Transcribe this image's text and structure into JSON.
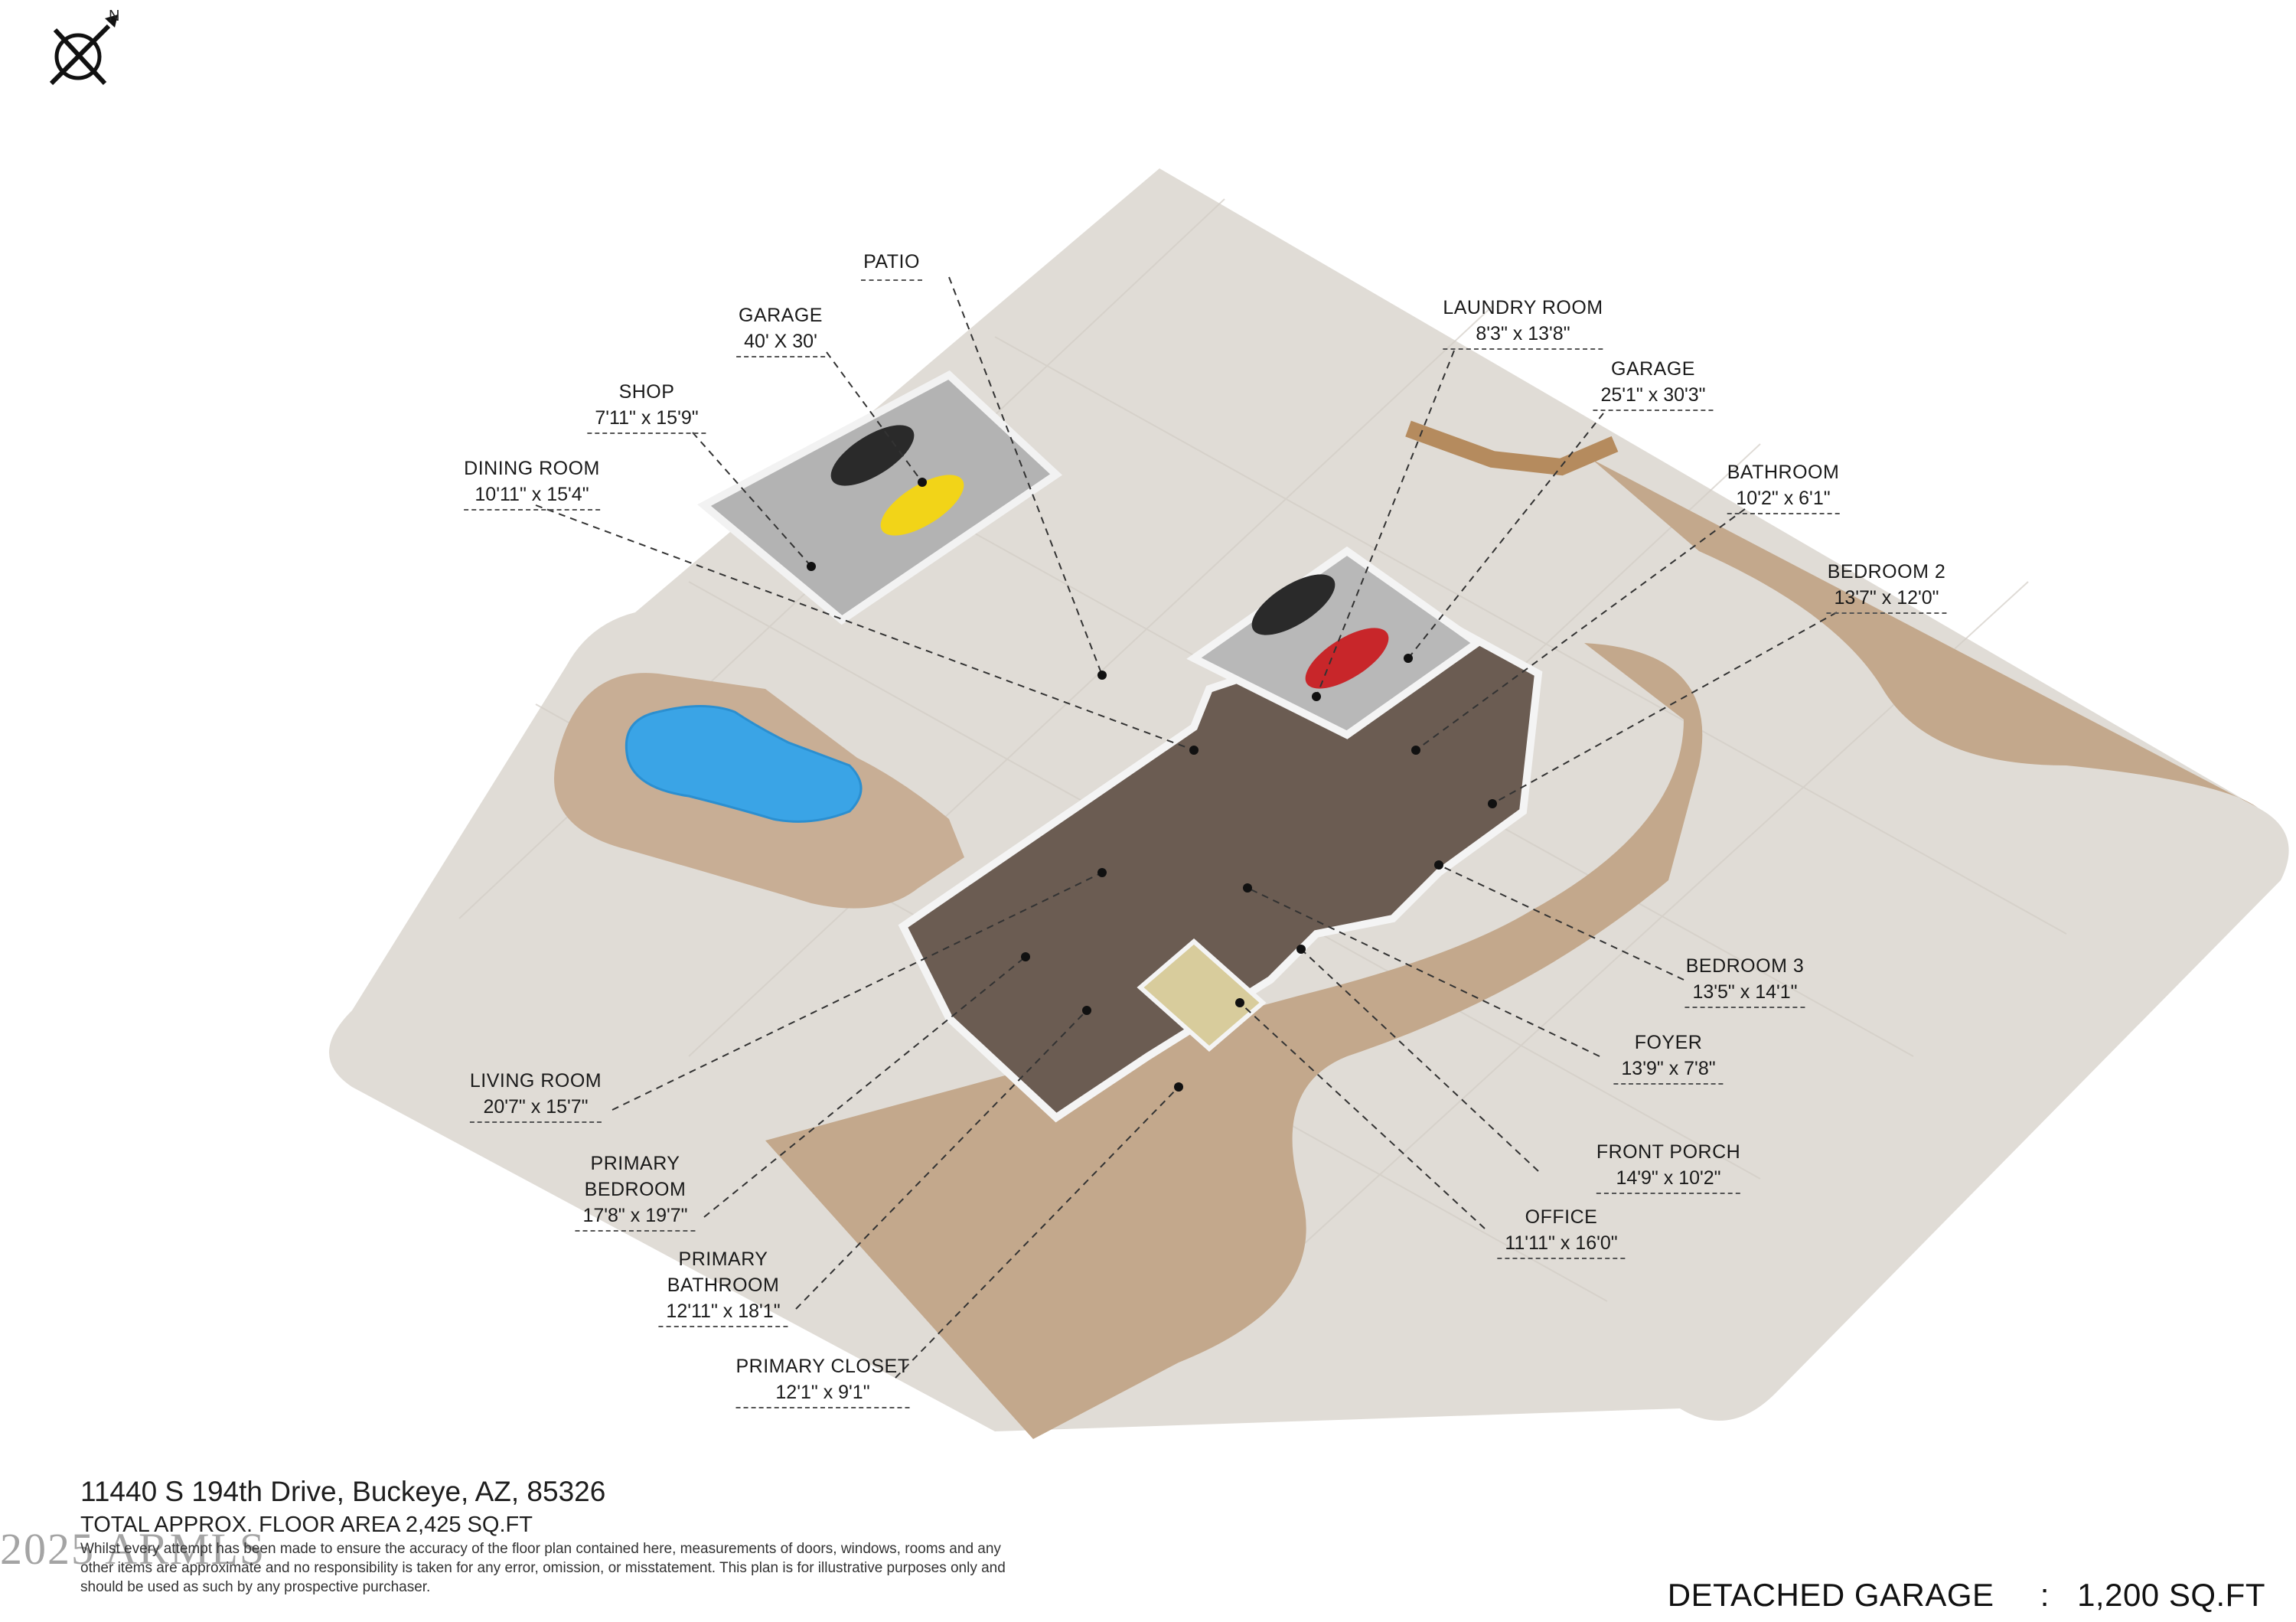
{
  "compass": {
    "north_label": "N"
  },
  "rooms": [
    {
      "id": "patio",
      "name": "PATIO",
      "dims": ""
    },
    {
      "id": "garage-detached",
      "name": "GARAGE",
      "dims": "40' X 30'"
    },
    {
      "id": "shop",
      "name": "SHOP",
      "dims": "7'11\" x 15'9\""
    },
    {
      "id": "dining-room",
      "name": "DINING ROOM",
      "dims": "10'11\" x 15'4\""
    },
    {
      "id": "laundry-room",
      "name": "LAUNDRY ROOM",
      "dims": "8'3\" x 13'8\""
    },
    {
      "id": "garage-attached",
      "name": "GARAGE",
      "dims": "25'1\" x 30'3\""
    },
    {
      "id": "bathroom",
      "name": "BATHROOM",
      "dims": "10'2\" x 6'1\""
    },
    {
      "id": "bedroom-2",
      "name": "BEDROOM 2",
      "dims": "13'7\" x 12'0\""
    },
    {
      "id": "bedroom-3",
      "name": "BEDROOM 3",
      "dims": "13'5\" x 14'1\""
    },
    {
      "id": "foyer",
      "name": "FOYER",
      "dims": "13'9\" x 7'8\""
    },
    {
      "id": "front-porch",
      "name": "FRONT PORCH",
      "dims": "14'9\" x 10'2\""
    },
    {
      "id": "office",
      "name": "OFFICE",
      "dims": "11'11\" x 16'0\""
    },
    {
      "id": "living-room",
      "name": "LIVING ROOM",
      "dims": "20'7\" x 15'7\""
    },
    {
      "id": "primary-bedroom",
      "name": "PRIMARY\nBEDROOM",
      "dims": "17'8\" x 19'7\""
    },
    {
      "id": "primary-bathroom",
      "name": "PRIMARY\nBATHROOM",
      "dims": "12'11\" x 18'1\""
    },
    {
      "id": "primary-closet",
      "name": "PRIMARY CLOSET",
      "dims": "12'1\" x 9'1\""
    }
  ],
  "footer": {
    "address": "11440 S 194th Drive, Buckeye, AZ, 85326",
    "total_area": "TOTAL APPROX. FLOOR AREA 2,425 SQ.FT",
    "disclaimer": "Whilst every attempt has been made to ensure the accuracy of the floor plan contained here, measurements of doors, windows, rooms and any other items are approximate and no responsibility is taken for any error, omission, or misstatement. This plan is for illustrative purposes only and should be used as such by any prospective purchaser.",
    "watermark": "2025 ARMLS"
  },
  "garage_summary": {
    "label": "DETACHED GARAGE",
    "separator": ":",
    "value": "1,200 SQ.FT"
  },
  "colors": {
    "paving": "#dedad5",
    "gravel": "#c0a58a",
    "pool": "#3aa4e6",
    "floor_wood": "#6b5c52",
    "garage_floor": "#b5b5b5",
    "wall": "#f4f4f4",
    "car_red": "#c8262a",
    "car_yellow": "#f2d418",
    "car_black": "#2a2a2a"
  }
}
